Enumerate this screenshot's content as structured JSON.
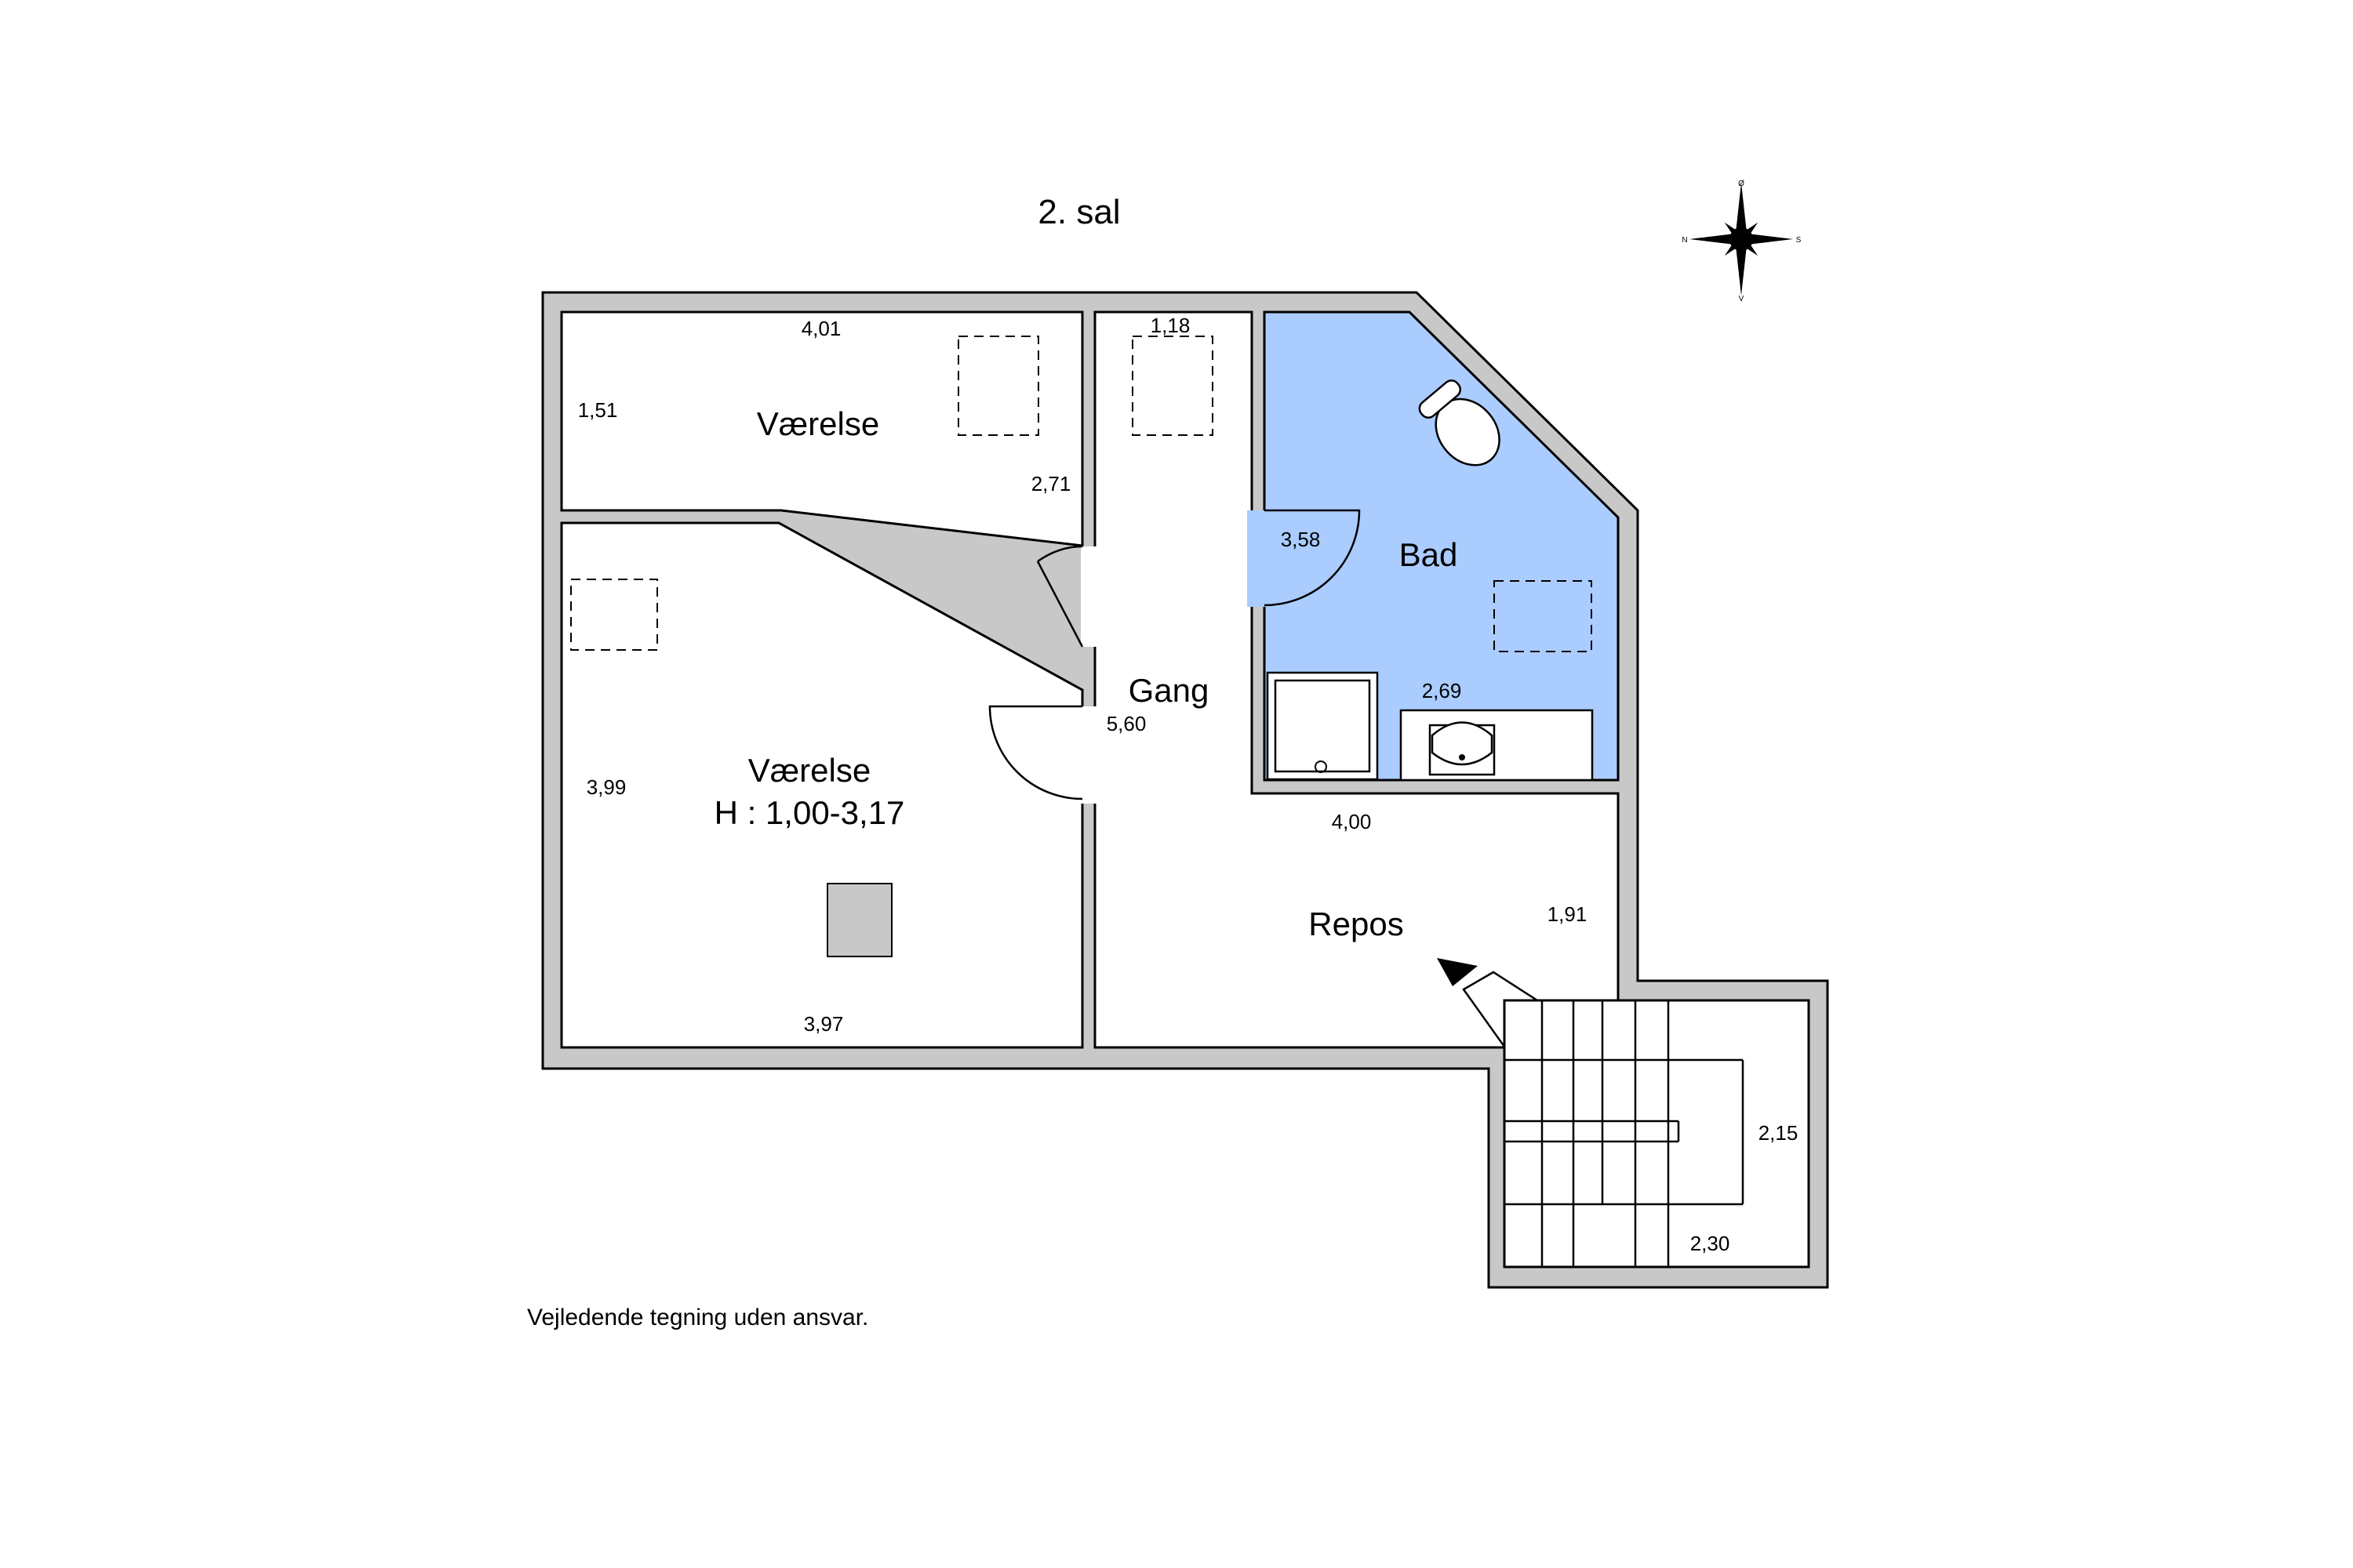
{
  "floor_title": "2. sal",
  "disclaimer": "Vejledende tegning uden ansvar.",
  "compass": {
    "north": "N",
    "south": "S",
    "east": "Ø",
    "west": "V"
  },
  "rooms": {
    "vaerelse_top": "Værelse",
    "vaerelse_bottom": "Værelse",
    "vaerelse_bottom_height": "H : 1,00-3,17",
    "gang": "Gang",
    "bad": "Bad",
    "repos": "Repos"
  },
  "dimensions": {
    "top_room_width": "4,01",
    "top_room_left": "1,51",
    "top_room_right": "2,71",
    "gang_top": "1,18",
    "gang_length": "5,60",
    "bath_left": "3,58",
    "bath_bottom": "2,69",
    "bottom_room_left": "3,99",
    "bottom_room_width": "3,97",
    "repos_width": "4,00",
    "repos_right": "1,91",
    "stair_right": "2,15",
    "stair_bottom": "2,30"
  },
  "colors": {
    "wall": "#c8c8c8",
    "bathroom": "#aaccff"
  }
}
